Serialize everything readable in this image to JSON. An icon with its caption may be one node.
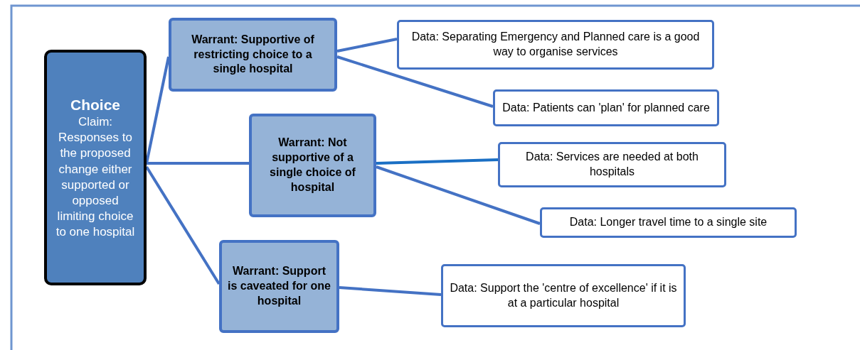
{
  "diagram": {
    "nodes": [
      {
        "text": [
          "Choice",
          "Claim: Responses to the proposed change either supported or opposed limiting choice to one hospital"
        ]
      },
      {
        "text": [
          "Warrant: Supportive of restricting choice to a single hospital"
        ]
      },
      {
        "text": [
          "Warrant: Not supportive of a single choice of hospital"
        ]
      },
      {
        "text": [
          "Warrant: Support is caveated for one hospital"
        ]
      },
      {
        "text": [
          "Data: Separating Emergency and Planned care is a good way to organise services"
        ]
      },
      {
        "text": [
          "Data: Patients can 'plan' for planned care"
        ]
      },
      {
        "text": [
          "Data: Services are needed at both hospitals"
        ]
      },
      {
        "text": [
          "Data: Longer travel time to a single site"
        ]
      },
      {
        "text": [
          "Data: Support the 'centre of excellence' if it is at a particular hospital"
        ]
      }
    ],
    "edges": [
      {
        "from": 0,
        "to": 1,
        "arrow": "none"
      },
      {
        "from": 0,
        "to": 2,
        "arrow": "none"
      },
      {
        "from": 0,
        "to": 3,
        "arrow": "none"
      },
      {
        "from": 1,
        "to": 4,
        "arrow": "none"
      },
      {
        "from": 1,
        "to": 5,
        "arrow": "none"
      },
      {
        "from": 2,
        "to": 6,
        "arrow": "none",
        "color": "#1a6fc4"
      },
      {
        "from": 2,
        "to": 7,
        "arrow": "none"
      },
      {
        "from": 3,
        "to": 8,
        "arrow": "none"
      }
    ]
  }
}
